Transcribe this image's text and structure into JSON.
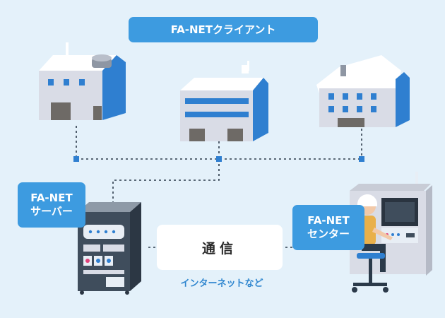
{
  "labels": {
    "client": "FA-NETクライアント",
    "server_line1": "FA-NET",
    "server_line2": "サーバー",
    "center_line1": "FA-NET",
    "center_line2": "センター",
    "communication": "通信",
    "internet_caption": "インターネットなど"
  },
  "icons": [
    "factory-icon",
    "office-building-icon",
    "warehouse-icon",
    "server-rack-icon",
    "wifi-signal-icon",
    "operator-console-icon"
  ],
  "colors": {
    "background": "#e4f1fa",
    "accent_blue": "#3d9be0",
    "building_wall": "#d9dce6",
    "building_side": "#2f7fd0",
    "roof": "#ffffff",
    "server_body": "#3f4d5c",
    "line": "#2b3a4a"
  }
}
